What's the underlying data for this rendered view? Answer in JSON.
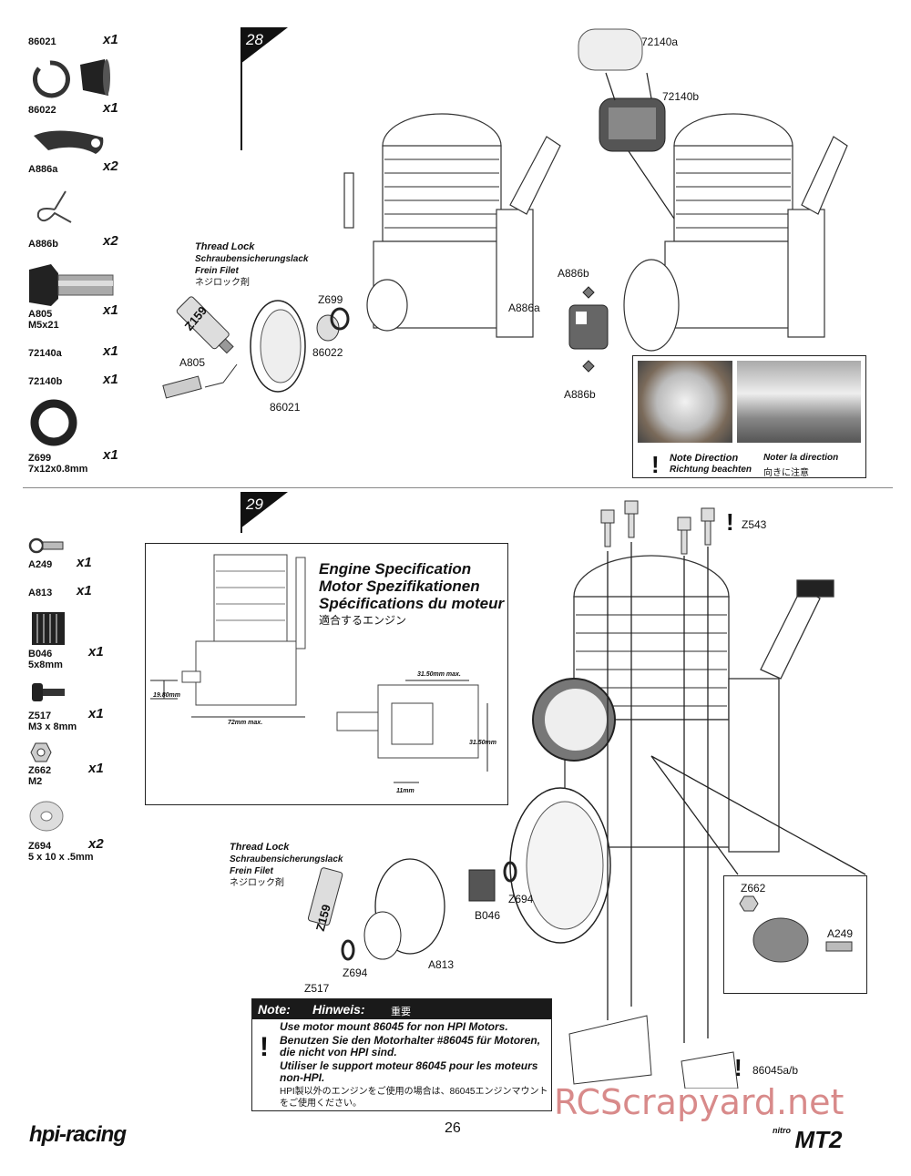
{
  "step28": {
    "number": "28",
    "parts": [
      {
        "pn": "86021",
        "qty": "x1"
      },
      {
        "pn": "86022",
        "qty": "x1"
      },
      {
        "pn": "A886a",
        "qty": "x2"
      },
      {
        "pn": "A886b",
        "qty": "x2"
      },
      {
        "pn": "A805\nM5x21",
        "qty": "x1"
      },
      {
        "pn": "72140a",
        "qty": "x1"
      },
      {
        "pn": "72140b",
        "qty": "x1"
      },
      {
        "pn": "Z699\n7x12x0.8mm",
        "qty": "x1"
      }
    ],
    "thread_lock": {
      "en": "Thread Lock",
      "de": "Schraubensicherungslack",
      "fr": "Frein Filet",
      "jp": "ネジロック剤"
    },
    "tube_label": "Z159",
    "callouts": {
      "z699": "Z699",
      "a805": "A805",
      "p86022": "86022",
      "p86021": "86021",
      "p72140a": "72140a",
      "p72140b": "72140b",
      "a886b_top": "A886b",
      "a886a": "A886a",
      "a886b_bottom": "A886b"
    },
    "note_direction": {
      "en": "Note Direction",
      "de": "Richtung beachten",
      "fr": "Noter la direction",
      "jp": "向きに注意"
    }
  },
  "step29": {
    "number": "29",
    "parts": [
      {
        "pn": "A249",
        "qty": "x1"
      },
      {
        "pn": "A813",
        "qty": "x1"
      },
      {
        "pn": "B046\n5x8mm",
        "qty": "x1"
      },
      {
        "pn": "Z517\nM3 x 8mm",
        "qty": "x1"
      },
      {
        "pn": "Z662\nM2",
        "qty": "x1"
      },
      {
        "pn": "Z694\n5 x 10 x .5mm",
        "qty": "x2"
      }
    ],
    "spec": {
      "en": "Engine Specification",
      "de": "Motor Spezifikationen",
      "fr": "Spécifications du moteur",
      "jp": "適合するエンジン",
      "dims": {
        "h": "19.80mm",
        "l": "72mm max.",
        "w_top": "31.50mm max.",
        "w_side": "31.50mm",
        "small": "11mm"
      }
    },
    "thread_lock": {
      "en": "Thread Lock",
      "de": "Schraubensicherungslack",
      "fr": "Frein Filet",
      "jp": "ネジロック剤"
    },
    "tube_label": "Z159",
    "callouts": {
      "z543": "Z543",
      "z662": "Z662",
      "a249": "A249",
      "z694_a": "Z694",
      "b046": "B046",
      "a813": "A813",
      "z694_b": "Z694",
      "z517": "Z517",
      "p86045": "86045a/b"
    },
    "note": {
      "head_en": "Note:",
      "head_de": "Hinweis:",
      "head_jp": "重要",
      "en": "Use motor mount 86045 for non HPI Motors.",
      "de": "Benutzen Sie den Motorhalter #86045 für Motoren, die nicht von HPI sind.",
      "fr": "Utiliser le support moteur 86045 pour les moteurs non-HPI.",
      "jp": "HPI製以外のエンジンをご使用の場合は、86045エンジンマウントをご使用ください。"
    }
  },
  "footer": {
    "brand": "hpi-racing",
    "page": "26",
    "model": "MT2",
    "model_prefix": "nitro",
    "watermark": "RCScrapyard.net"
  },
  "colors": {
    "ink": "#111111",
    "accent": "#1a1a1a",
    "watermark": "#be3c3c"
  }
}
